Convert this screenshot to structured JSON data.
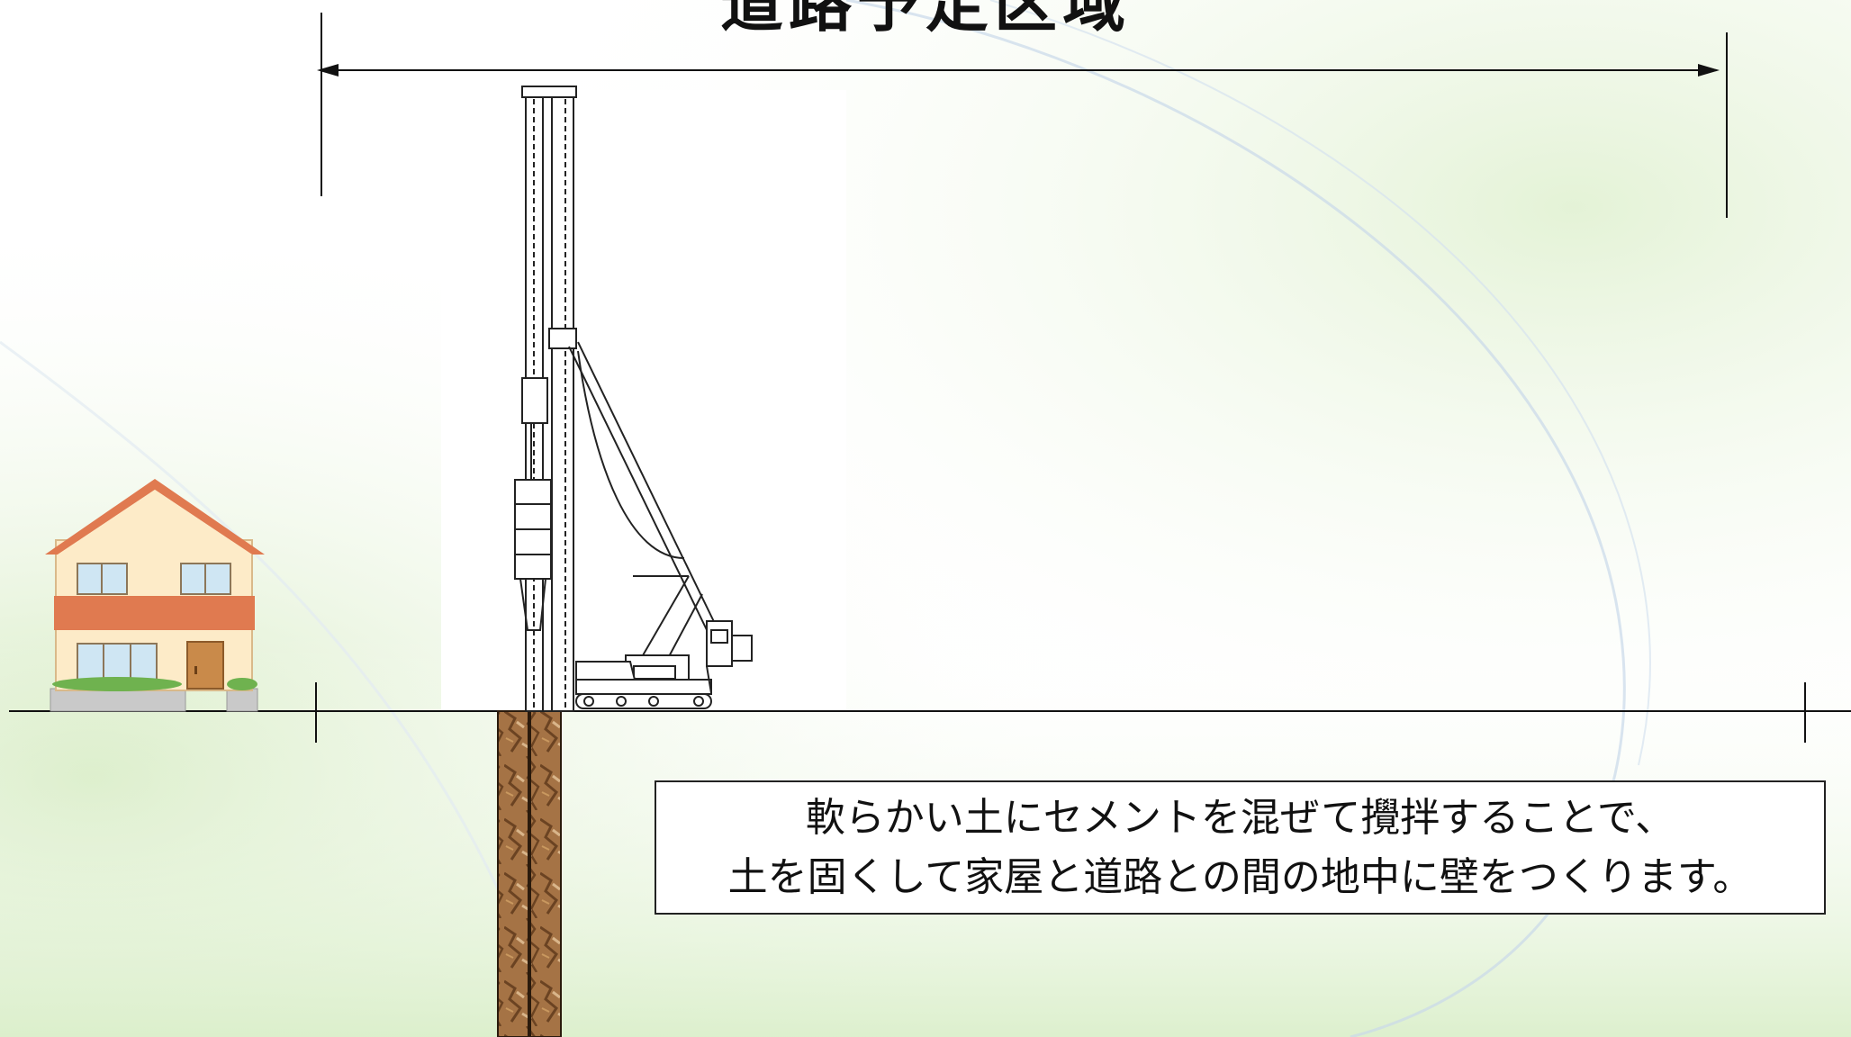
{
  "title": "道路予定区域",
  "description": {
    "line1": "軟らかい土にセメントを混ぜて攪拌することで、",
    "line2": "土を固くして家屋と道路との間の地中に壁をつくります。"
  },
  "colors": {
    "ground_line": "#111111",
    "soil": "#9a6b3f",
    "house_roof": "#e07a50",
    "house_wall": "#fdebc8",
    "house_window": "#cfe6f3",
    "house_door": "#c98a4a",
    "background_tint": "#d6ecc4"
  }
}
